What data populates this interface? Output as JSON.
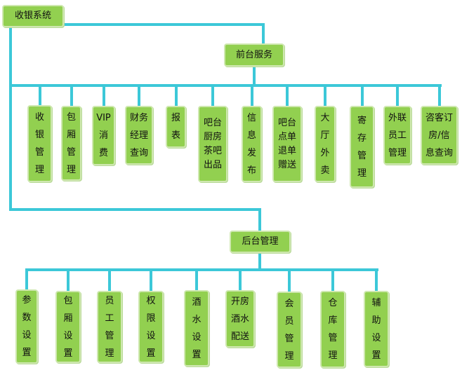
{
  "root": {
    "label": "收银系统"
  },
  "front": {
    "label": "前台服务",
    "items": [
      {
        "key": "cashier-mgmt",
        "lines": [
          "收",
          "银",
          "管",
          "理"
        ]
      },
      {
        "key": "private-room-mgmt",
        "lines": [
          "包",
          "厢",
          "管",
          "理"
        ]
      },
      {
        "key": "vip-consume",
        "lines": [
          "VIP",
          "消",
          "费"
        ]
      },
      {
        "key": "finance-manager-query",
        "lines": [
          "财务",
          "经理",
          "查询"
        ]
      },
      {
        "key": "reports",
        "lines": [
          "报",
          "表"
        ]
      },
      {
        "key": "bar-kitchen-tea-output",
        "lines": [
          "吧台",
          "厨房",
          "茶吧",
          "出品"
        ]
      },
      {
        "key": "info-publish",
        "lines": [
          "信",
          "息",
          "发",
          "布"
        ]
      },
      {
        "key": "bar-order-refund-gift",
        "lines": [
          "吧台",
          "点单",
          "退单",
          "赠送"
        ]
      },
      {
        "key": "lobby-takeout",
        "lines": [
          "大",
          "厅",
          "外",
          "卖"
        ]
      },
      {
        "key": "storage-mgmt",
        "lines": [
          "寄",
          "存",
          "管",
          "理"
        ]
      },
      {
        "key": "external-staff-mgmt",
        "lines": [
          "外联",
          "员工",
          "管理"
        ]
      },
      {
        "key": "consult-booking-info",
        "lines": [
          "咨客订",
          "房/信",
          "息查询"
        ]
      }
    ]
  },
  "back": {
    "label": "后台管理",
    "items": [
      {
        "key": "param-settings",
        "lines": [
          "参",
          "数",
          "设",
          "置"
        ]
      },
      {
        "key": "room-settings",
        "lines": [
          "包",
          "厢",
          "设",
          "置"
        ]
      },
      {
        "key": "staff-mgmt",
        "lines": [
          "员",
          "工",
          "管",
          "理"
        ]
      },
      {
        "key": "permission-settings",
        "lines": [
          "权",
          "限",
          "设",
          "置"
        ]
      },
      {
        "key": "liquor-settings",
        "lines": [
          "酒",
          "水",
          "设",
          "置"
        ]
      },
      {
        "key": "room-liquor-delivery",
        "lines": [
          "开房",
          "酒水",
          "配送"
        ]
      },
      {
        "key": "member-mgmt",
        "lines": [
          "会",
          "员",
          "管",
          "理"
        ]
      },
      {
        "key": "warehouse-mgmt",
        "lines": [
          "仓",
          "库",
          "管",
          "理"
        ]
      },
      {
        "key": "auxiliary-settings",
        "lines": [
          "辅",
          "助",
          "设",
          "置"
        ]
      }
    ]
  },
  "colors": {
    "box_fill": "#92d050",
    "box_border": "#cfe8b0",
    "connector": "#3cc8d8",
    "text": "#111111"
  }
}
